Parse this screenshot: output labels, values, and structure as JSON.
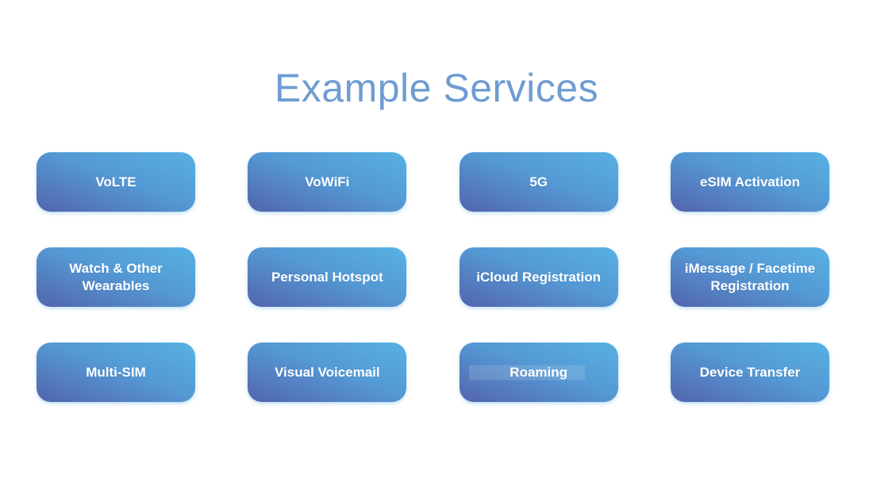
{
  "slide": {
    "title": "Example Services"
  },
  "colors": {
    "slide_background": "#ffffff",
    "title_color": "#6f9cd2",
    "tile_gradient_from": "#5364ae",
    "tile_gradient_mid": "#5499d4",
    "tile_gradient_to": "#57b1e2",
    "tile_text_color": "#ffffff"
  },
  "services": [
    {
      "label": "VoLTE"
    },
    {
      "label": "VoWiFi"
    },
    {
      "label": "5G"
    },
    {
      "label": "eSIM Activation"
    },
    {
      "label": "Watch & Other Wearables"
    },
    {
      "label": "Personal Hotspot"
    },
    {
      "label": "iCloud Registration"
    },
    {
      "label": "iMessage / Facetime Registration"
    },
    {
      "label": "Multi-SIM"
    },
    {
      "label": "Visual Voicemail"
    },
    {
      "label": "Roaming"
    },
    {
      "label": "Device Transfer"
    }
  ]
}
